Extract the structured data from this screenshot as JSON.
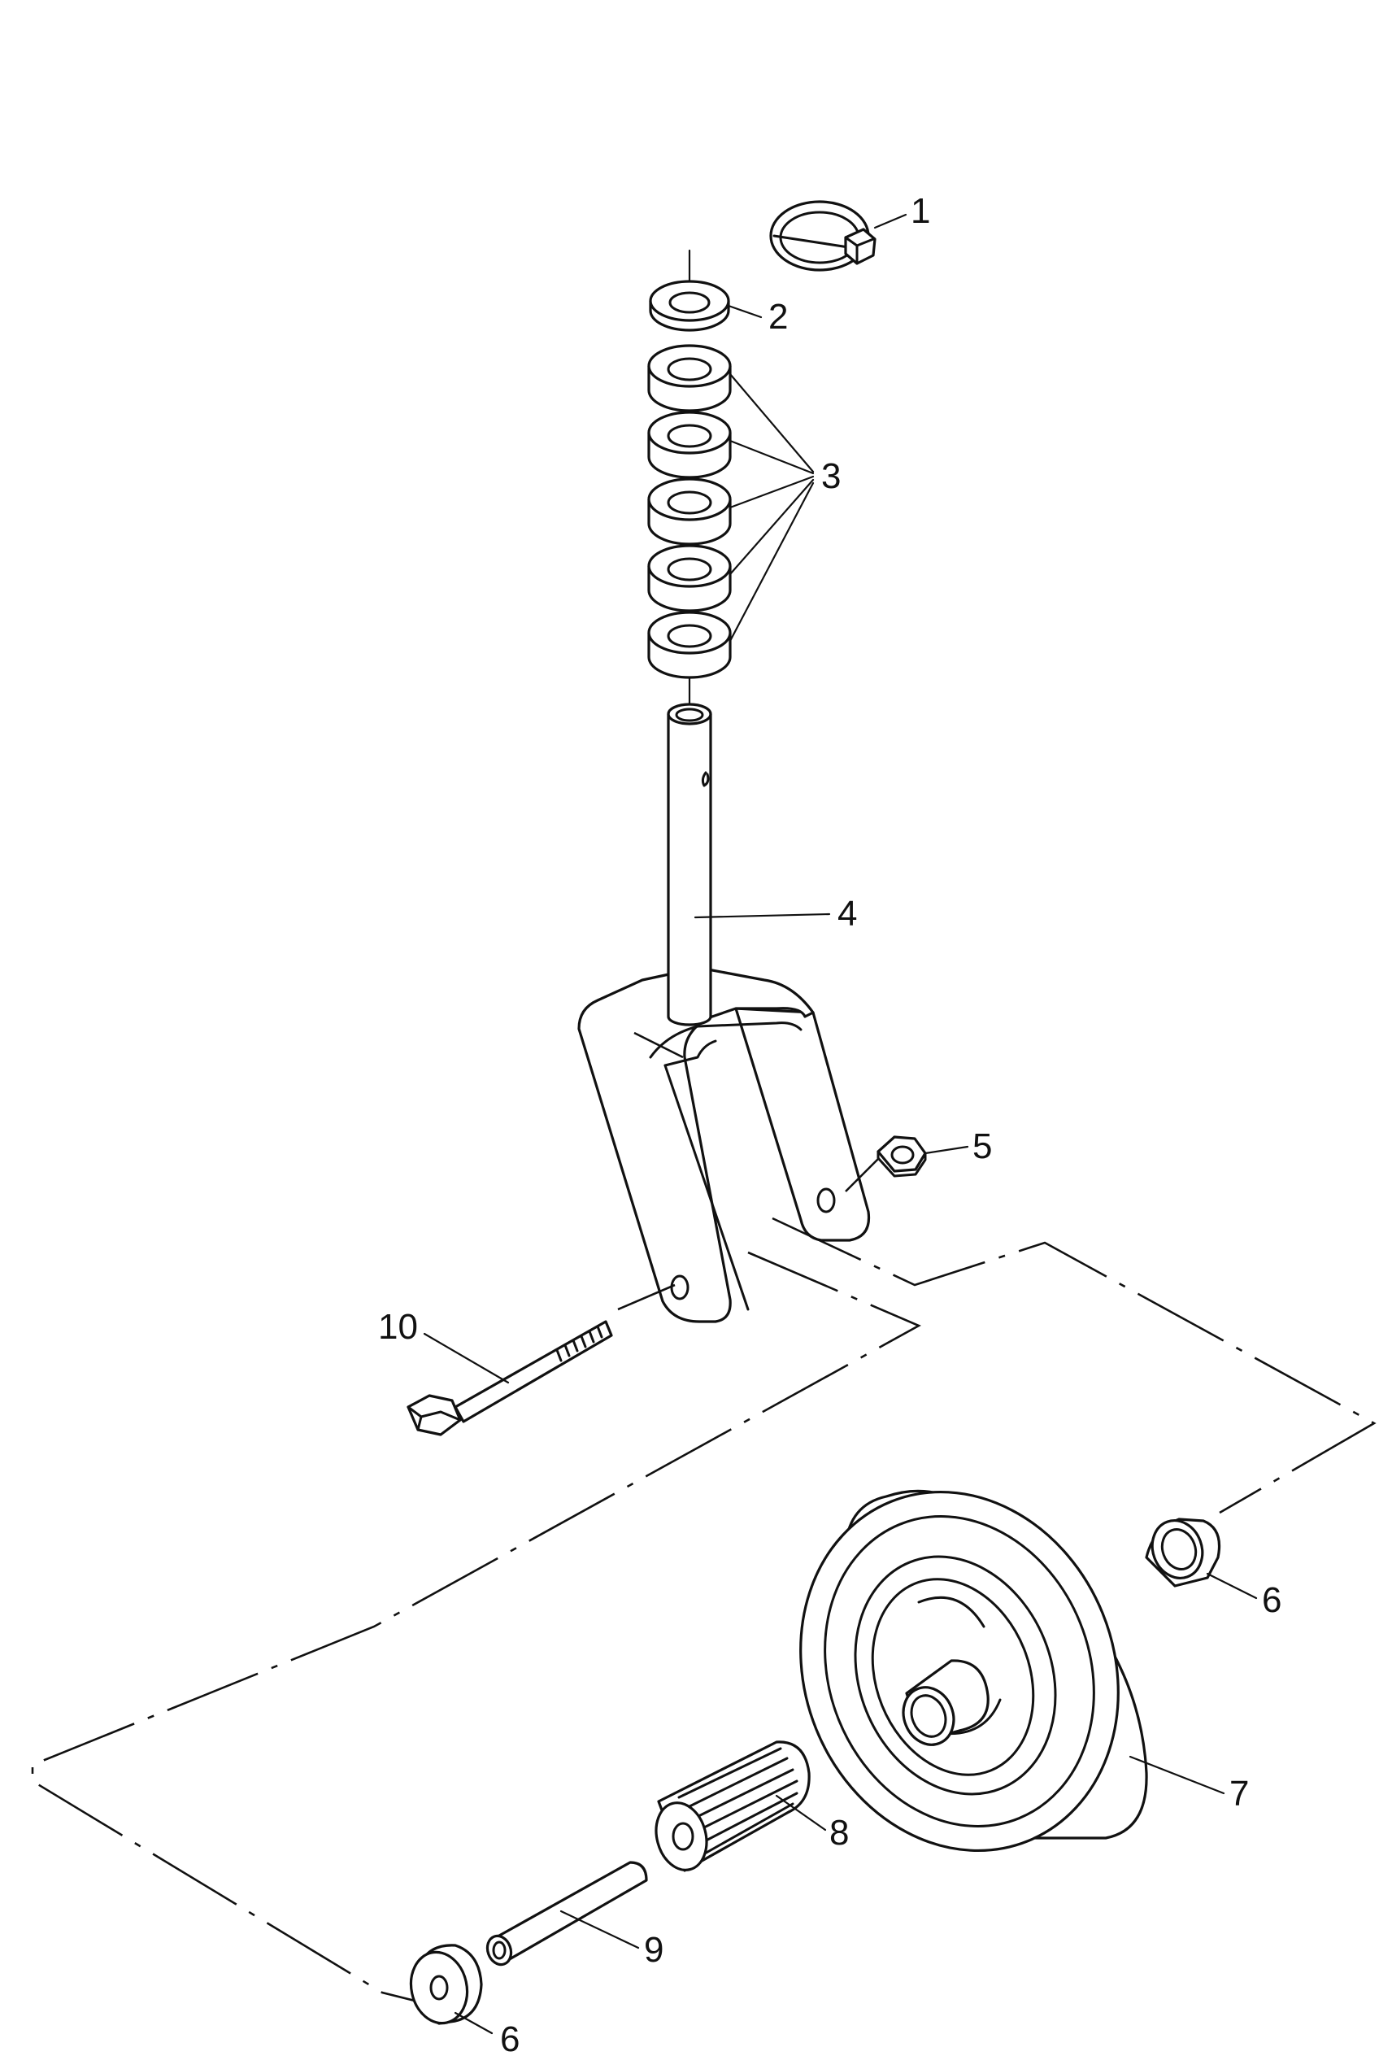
{
  "callouts": {
    "c1": "1",
    "c2": "2",
    "c3": "3",
    "c4": "4",
    "c5": "5",
    "c6a": "6",
    "c6b": "6",
    "c7": "7",
    "c8": "8",
    "c9": "9",
    "c10": "10"
  }
}
